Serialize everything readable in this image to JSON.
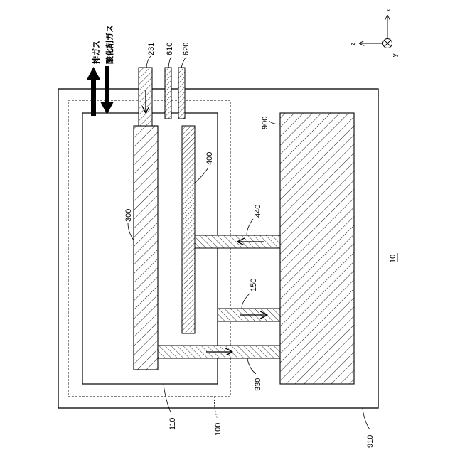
{
  "figure_number": "10",
  "labels": {
    "l910": "910",
    "l100": "100",
    "l110": "110",
    "l300": "300",
    "l400": "400",
    "l900": "900",
    "l440": "440",
    "l150": "150",
    "l330": "330",
    "l231": "231",
    "l610": "610",
    "l620": "620"
  },
  "flows": {
    "exhaust": "排ガス",
    "oxidant": "酸化剤ガス"
  },
  "axes": {
    "x": "x",
    "y": "y",
    "z": "z"
  }
}
